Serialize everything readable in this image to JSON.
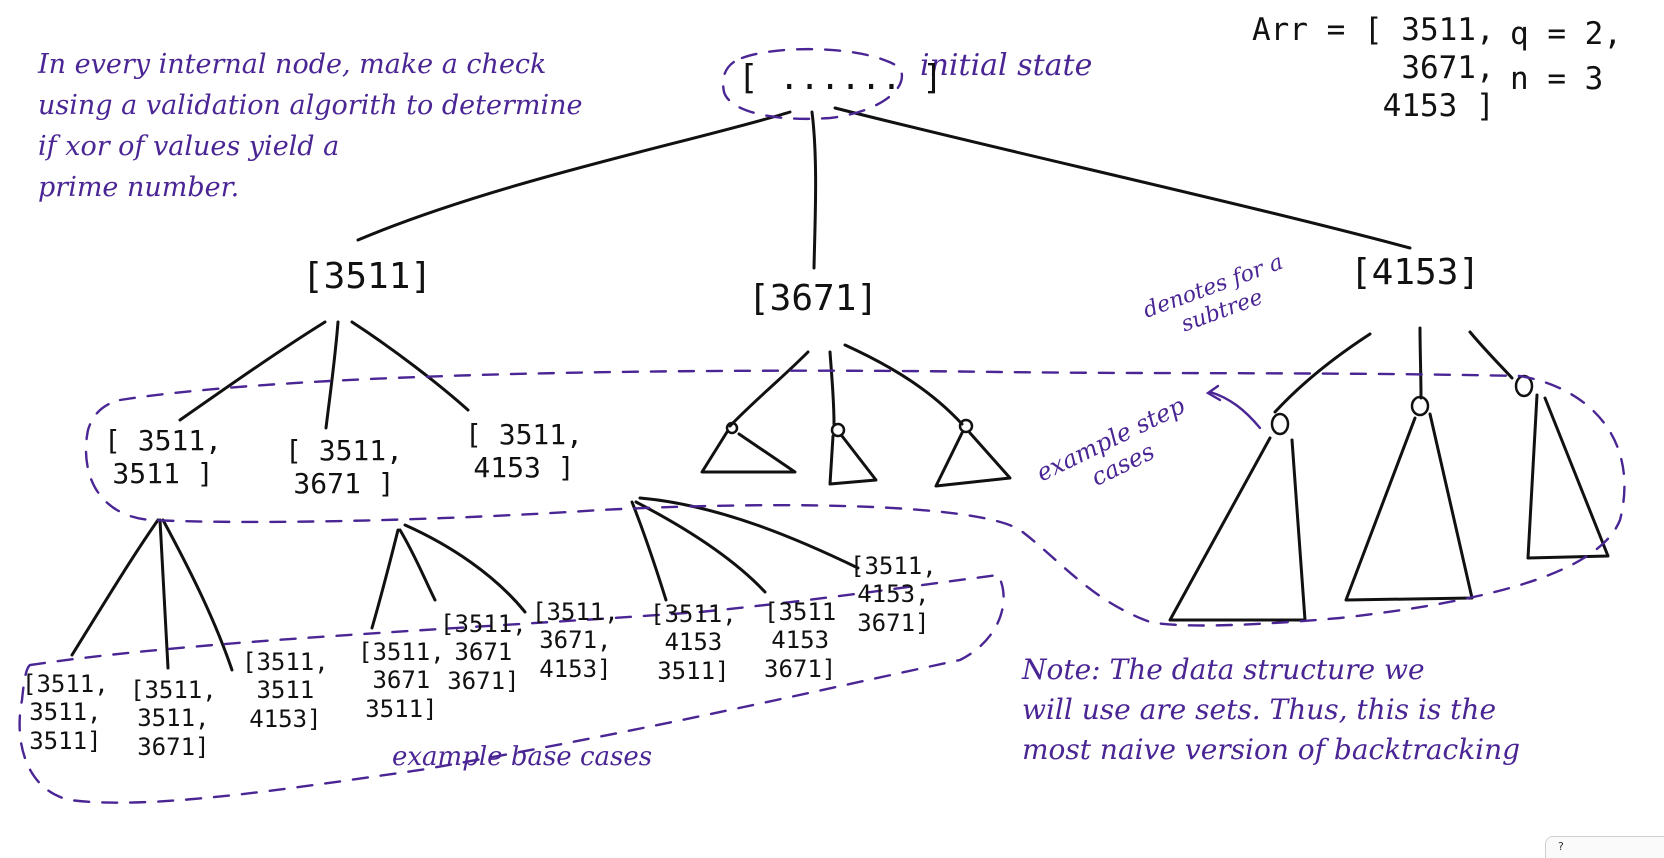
{
  "colors": {
    "ink": "#111111",
    "annotation": "#4a2594"
  },
  "icons": {
    "corner": "help-icon"
  },
  "annotations": {
    "intro": "In every internal node, make a check\nusing a validation algorith to determine\nif xor of values yield a\nprime number.",
    "initial_state": "initial state",
    "subtree": "denotes for a\nsubtree",
    "step_cases": "example step\ncases",
    "base_cases": "example base cases",
    "note": "Note: The data structure we\nwill use are sets. Thus, this is the\nmost naive version of backtracking"
  },
  "header": {
    "arr": "Arr = [ 3511,\n3671,\n4153 ]",
    "params": "q = 2,\nn = 3"
  },
  "nodes": {
    "root": "[ ...... ]",
    "l1": [
      "[3511]",
      "[3671]",
      "[4153]"
    ],
    "l2": [
      "[ 3511,\n3511 ]",
      "[ 3511,\n3671 ]",
      "[ 3511,\n4153 ]"
    ],
    "leaves": [
      "[3511,\n3511,\n3511]",
      "[3511,\n3511,\n3671]",
      "[3511,\n3511\n4153]",
      "[3511,\n3671\n3511]",
      "[3511,\n3671\n3671]",
      "[3511,\n3671,\n4153]",
      "[3511,\n4153\n3511]",
      "[3511\n4153\n3671]",
      "[3511,\n4153,\n3671]"
    ],
    "subtree_markers": [
      "o",
      "o",
      "o",
      "o",
      "o",
      "o"
    ]
  }
}
